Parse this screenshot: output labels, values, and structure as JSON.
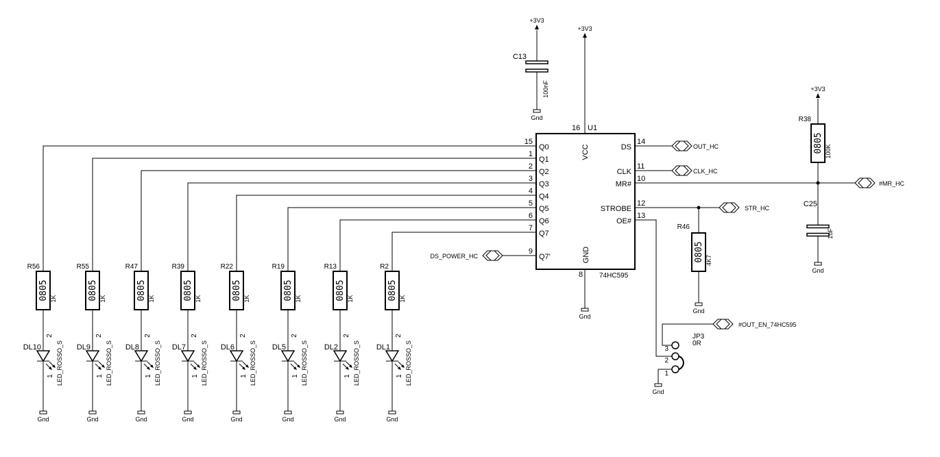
{
  "supply": "+3V3",
  "gnd": "Gnd",
  "ic": {
    "ref": "U1",
    "part": "74HC595",
    "vcc_label": "VCC",
    "gnd_label": "GND",
    "vcc_pin": "16",
    "gnd_pin": "8",
    "left_pins": [
      {
        "num": "15",
        "name": "Q0"
      },
      {
        "num": "1",
        "name": "Q1"
      },
      {
        "num": "2",
        "name": "Q2"
      },
      {
        "num": "3",
        "name": "Q3"
      },
      {
        "num": "4",
        "name": "Q4"
      },
      {
        "num": "5",
        "name": "Q5"
      },
      {
        "num": "6",
        "name": "Q6"
      },
      {
        "num": "7",
        "name": "Q7"
      },
      {
        "num": "9",
        "name": "Q7'"
      }
    ],
    "right_pins": [
      {
        "num": "14",
        "name": "DS"
      },
      {
        "num": "11",
        "name": "CLK"
      },
      {
        "num": "10",
        "name": "MR#"
      },
      {
        "num": "12",
        "name": "STROBE"
      },
      {
        "num": "13",
        "name": "OE#"
      }
    ]
  },
  "nets": {
    "out_hc": "OUT_HC",
    "clk_hc": "CLK_HC",
    "mr_hc": "#MR_HC",
    "str_hc": "STR_HC",
    "ds_power_hc": "DS_POWER_HC",
    "out_en": "#OUT_EN_74HC595"
  },
  "c13": {
    "ref": "C13",
    "value": "100nF"
  },
  "c25": {
    "ref": "C25",
    "value": "1uF"
  },
  "r38": {
    "ref": "R38",
    "pkg": "0805",
    "value": "100K"
  },
  "r46": {
    "ref": "R46",
    "pkg": "0805",
    "value": "4K7"
  },
  "jp3": {
    "ref": "JP3",
    "value": "0R",
    "pins": [
      "3",
      "2",
      "1"
    ]
  },
  "led_part": "LED_ROSSO_S",
  "diode_pin": "2",
  "diode_pin_k": "1",
  "channels": [
    {
      "r": "R56",
      "pkg": "0805",
      "val": "1K",
      "d": "DL10"
    },
    {
      "r": "R55",
      "pkg": "0805",
      "val": "1K",
      "d": "DL9"
    },
    {
      "r": "R47",
      "pkg": "0805",
      "val": "1K",
      "d": "DL8"
    },
    {
      "r": "R39",
      "pkg": "0805",
      "val": "1K",
      "d": "DL7"
    },
    {
      "r": "R22",
      "pkg": "0805",
      "val": "1K",
      "d": "DL6"
    },
    {
      "r": "R19",
      "pkg": "0805",
      "val": "1K",
      "d": "DL5"
    },
    {
      "r": "R13",
      "pkg": "0805",
      "val": "1K",
      "d": "DL2"
    },
    {
      "r": "R2",
      "pkg": "0805",
      "val": "1K",
      "d": "DL1"
    }
  ]
}
